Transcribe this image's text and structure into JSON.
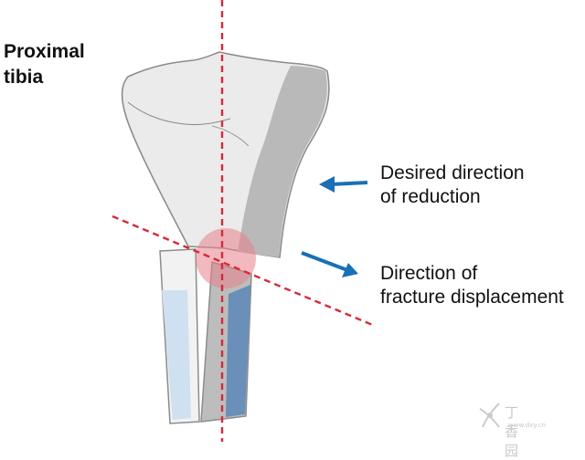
{
  "title": {
    "line1": "Proximal",
    "line2": "tibia"
  },
  "labels": {
    "reduction": {
      "line1": "Desired direction",
      "line2": "of reduction"
    },
    "displacement": {
      "line1": "Direction of",
      "line2": "fracture displacement"
    }
  },
  "watermark": {
    "text": "丁香园",
    "url": "www.dxy.cn"
  },
  "colors": {
    "bone_outline": "#8c8c8c",
    "bone_light": "#ebebeb",
    "bone_dark": "#b9b9b9",
    "marrow_light": "#cfe0f0",
    "marrow_dark": "#6a8fb8",
    "dashed_line": "#d42a3a",
    "highlight": "#e8808a",
    "arrow": "#1a6fb5"
  },
  "icons": {
    "arrows": [
      "left-arrow-icon",
      "down-right-arrow-icon"
    ]
  }
}
